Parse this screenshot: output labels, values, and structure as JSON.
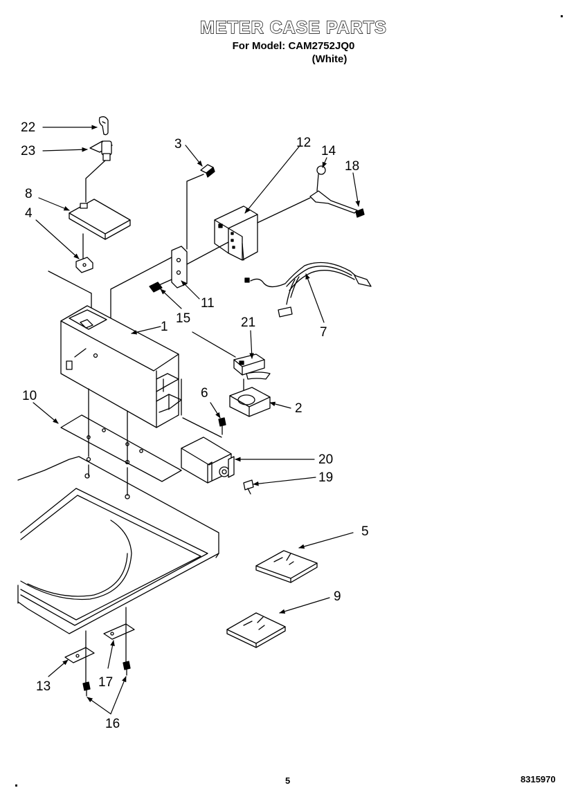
{
  "header": {
    "title": "METER CASE PARTS",
    "subtitle": "For Model: CAM2752JQ0",
    "variant": "(White)"
  },
  "callouts": {
    "c1": "1",
    "c2": "2",
    "c3": "3",
    "c4": "4",
    "c5": "5",
    "c6": "6",
    "c7": "7",
    "c8": "8",
    "c9": "9",
    "c10": "10",
    "c11": "11",
    "c12": "12",
    "c13": "13",
    "c14": "14",
    "c15": "15",
    "c16": "16",
    "c17": "17",
    "c18": "18",
    "c19": "19",
    "c20": "20",
    "c21": "21",
    "c22": "22",
    "c23": "23"
  },
  "footer": {
    "page_number": "5",
    "document_number": "8315970"
  }
}
